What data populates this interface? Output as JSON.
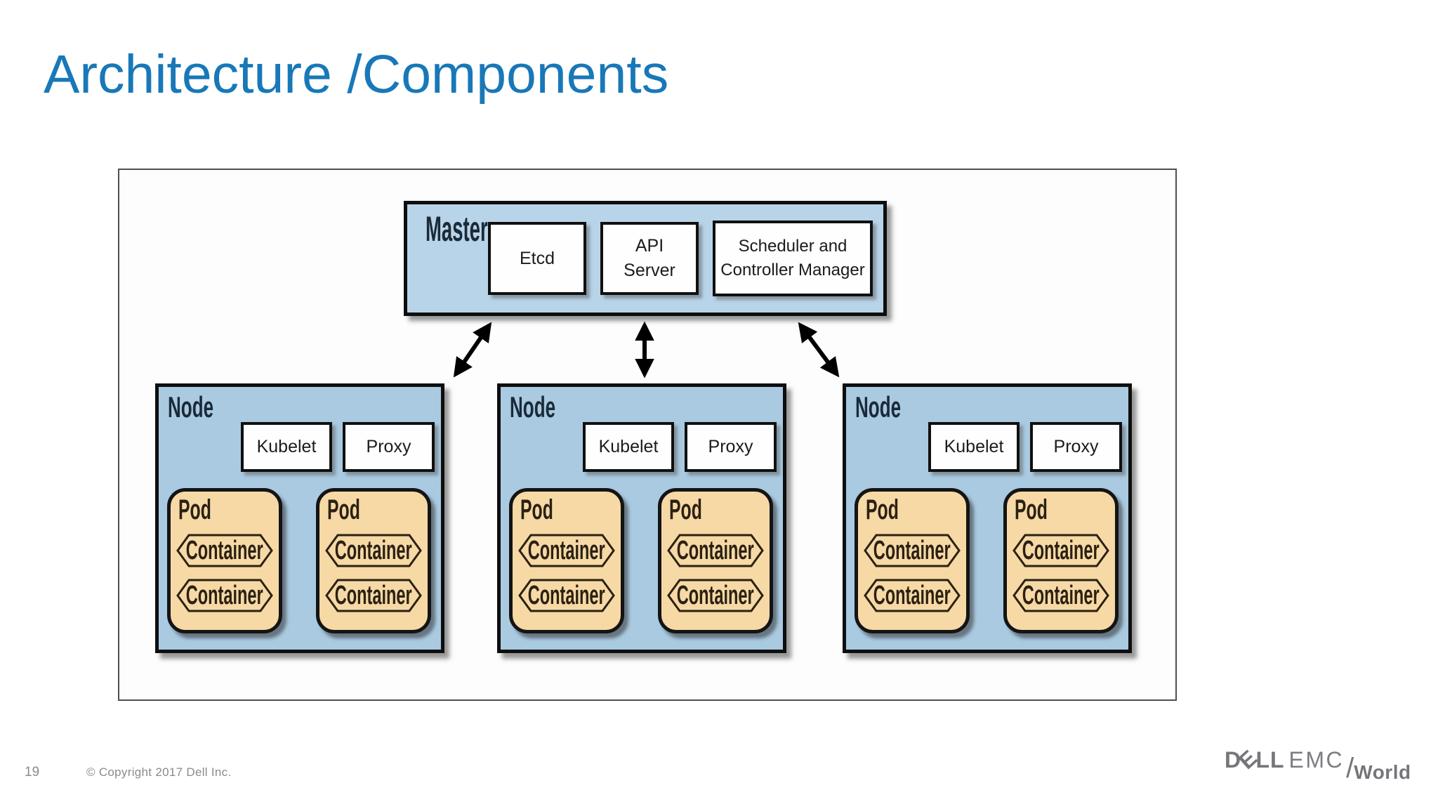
{
  "slide": {
    "title": "Architecture /Components",
    "footer": {
      "page_number": "19",
      "copyright": "© Copyright 2017 Dell Inc."
    },
    "logo": {
      "dell_d": "D",
      "dell_e": "E",
      "dell_ll": "LL",
      "emc": "EMC",
      "slash": "/",
      "world": "World"
    }
  },
  "colors": {
    "accent_title": "#1878b8",
    "master_fill": "#b8d4e9",
    "node_fill": "#a9cae1",
    "pod_fill": "#f7d9a6",
    "ink": "#0e0e0e",
    "label_navy": "#1b2a38",
    "container_brown": "#2b2112",
    "footer_gray": "#8b8b8b",
    "logo_gray": "#75767a"
  },
  "diagram": {
    "master": {
      "label": "Master",
      "components": [
        {
          "label": "Etcd"
        },
        {
          "label": "API Server"
        },
        {
          "label": "Scheduler and Controller Manager"
        }
      ]
    },
    "nodes": [
      {
        "label": "Node",
        "services": [
          {
            "label": "Kubelet"
          },
          {
            "label": "Proxy"
          }
        ],
        "pods": [
          {
            "label": "Pod",
            "containers": [
              {
                "label": "Container"
              },
              {
                "label": "Container"
              }
            ]
          },
          {
            "label": "Pod",
            "containers": [
              {
                "label": "Container"
              },
              {
                "label": "Container"
              }
            ]
          }
        ]
      },
      {
        "label": "Node",
        "services": [
          {
            "label": "Kubelet"
          },
          {
            "label": "Proxy"
          }
        ],
        "pods": [
          {
            "label": "Pod",
            "containers": [
              {
                "label": "Container"
              },
              {
                "label": "Container"
              }
            ]
          },
          {
            "label": "Pod",
            "containers": [
              {
                "label": "Container"
              },
              {
                "label": "Container"
              }
            ]
          }
        ]
      },
      {
        "label": "Node",
        "services": [
          {
            "label": "Kubelet"
          },
          {
            "label": "Proxy"
          }
        ],
        "pods": [
          {
            "label": "Pod",
            "containers": [
              {
                "label": "Container"
              },
              {
                "label": "Container"
              }
            ]
          },
          {
            "label": "Pod",
            "containers": [
              {
                "label": "Container"
              },
              {
                "label": "Container"
              }
            ]
          }
        ]
      }
    ]
  }
}
